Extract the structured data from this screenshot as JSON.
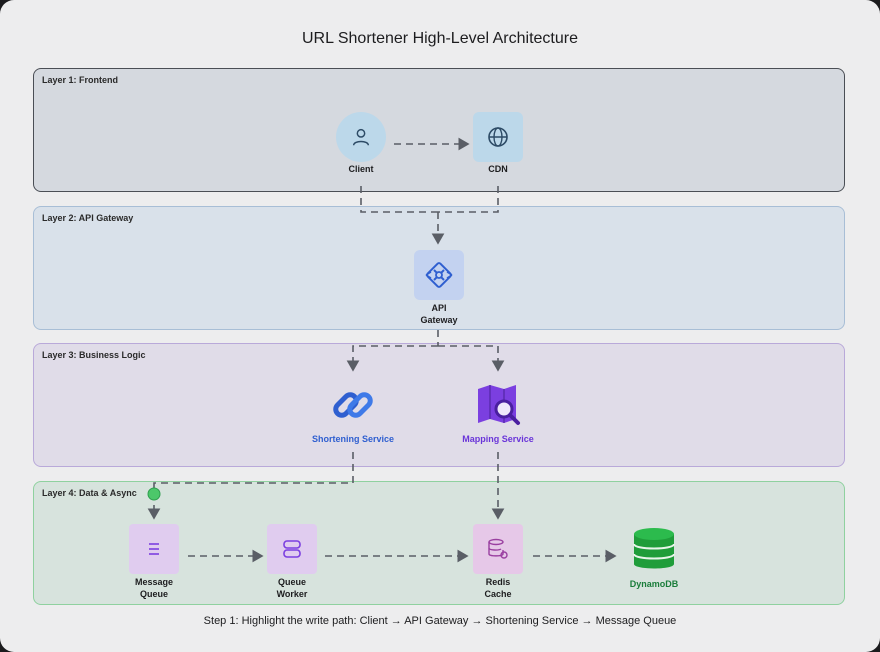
{
  "title": "URL Shortener High-Level Architecture",
  "layers": {
    "frontend": "Layer 1: Frontend",
    "gateway": "Layer 2: API Gateway",
    "business": "Layer 3: Business Logic",
    "data": "Layer 4: Data & Async"
  },
  "nodes": {
    "client": "Client",
    "cdn": "CDN",
    "api_gateway": "API\nGateway",
    "shortening": "Shortening Service",
    "mapping": "Mapping Service",
    "message_queue": "Message\nQueue",
    "queue_worker": "Queue\nWorker",
    "redis_cache": "Redis\nCache",
    "dynamodb": "DynamoDB"
  },
  "footer": "Step 1: Highlight the write path: Client → API Gateway → Shortening Service → Message Queue",
  "colors": {
    "edge": "#5a5e66",
    "highlight": "#4cc76a"
  }
}
